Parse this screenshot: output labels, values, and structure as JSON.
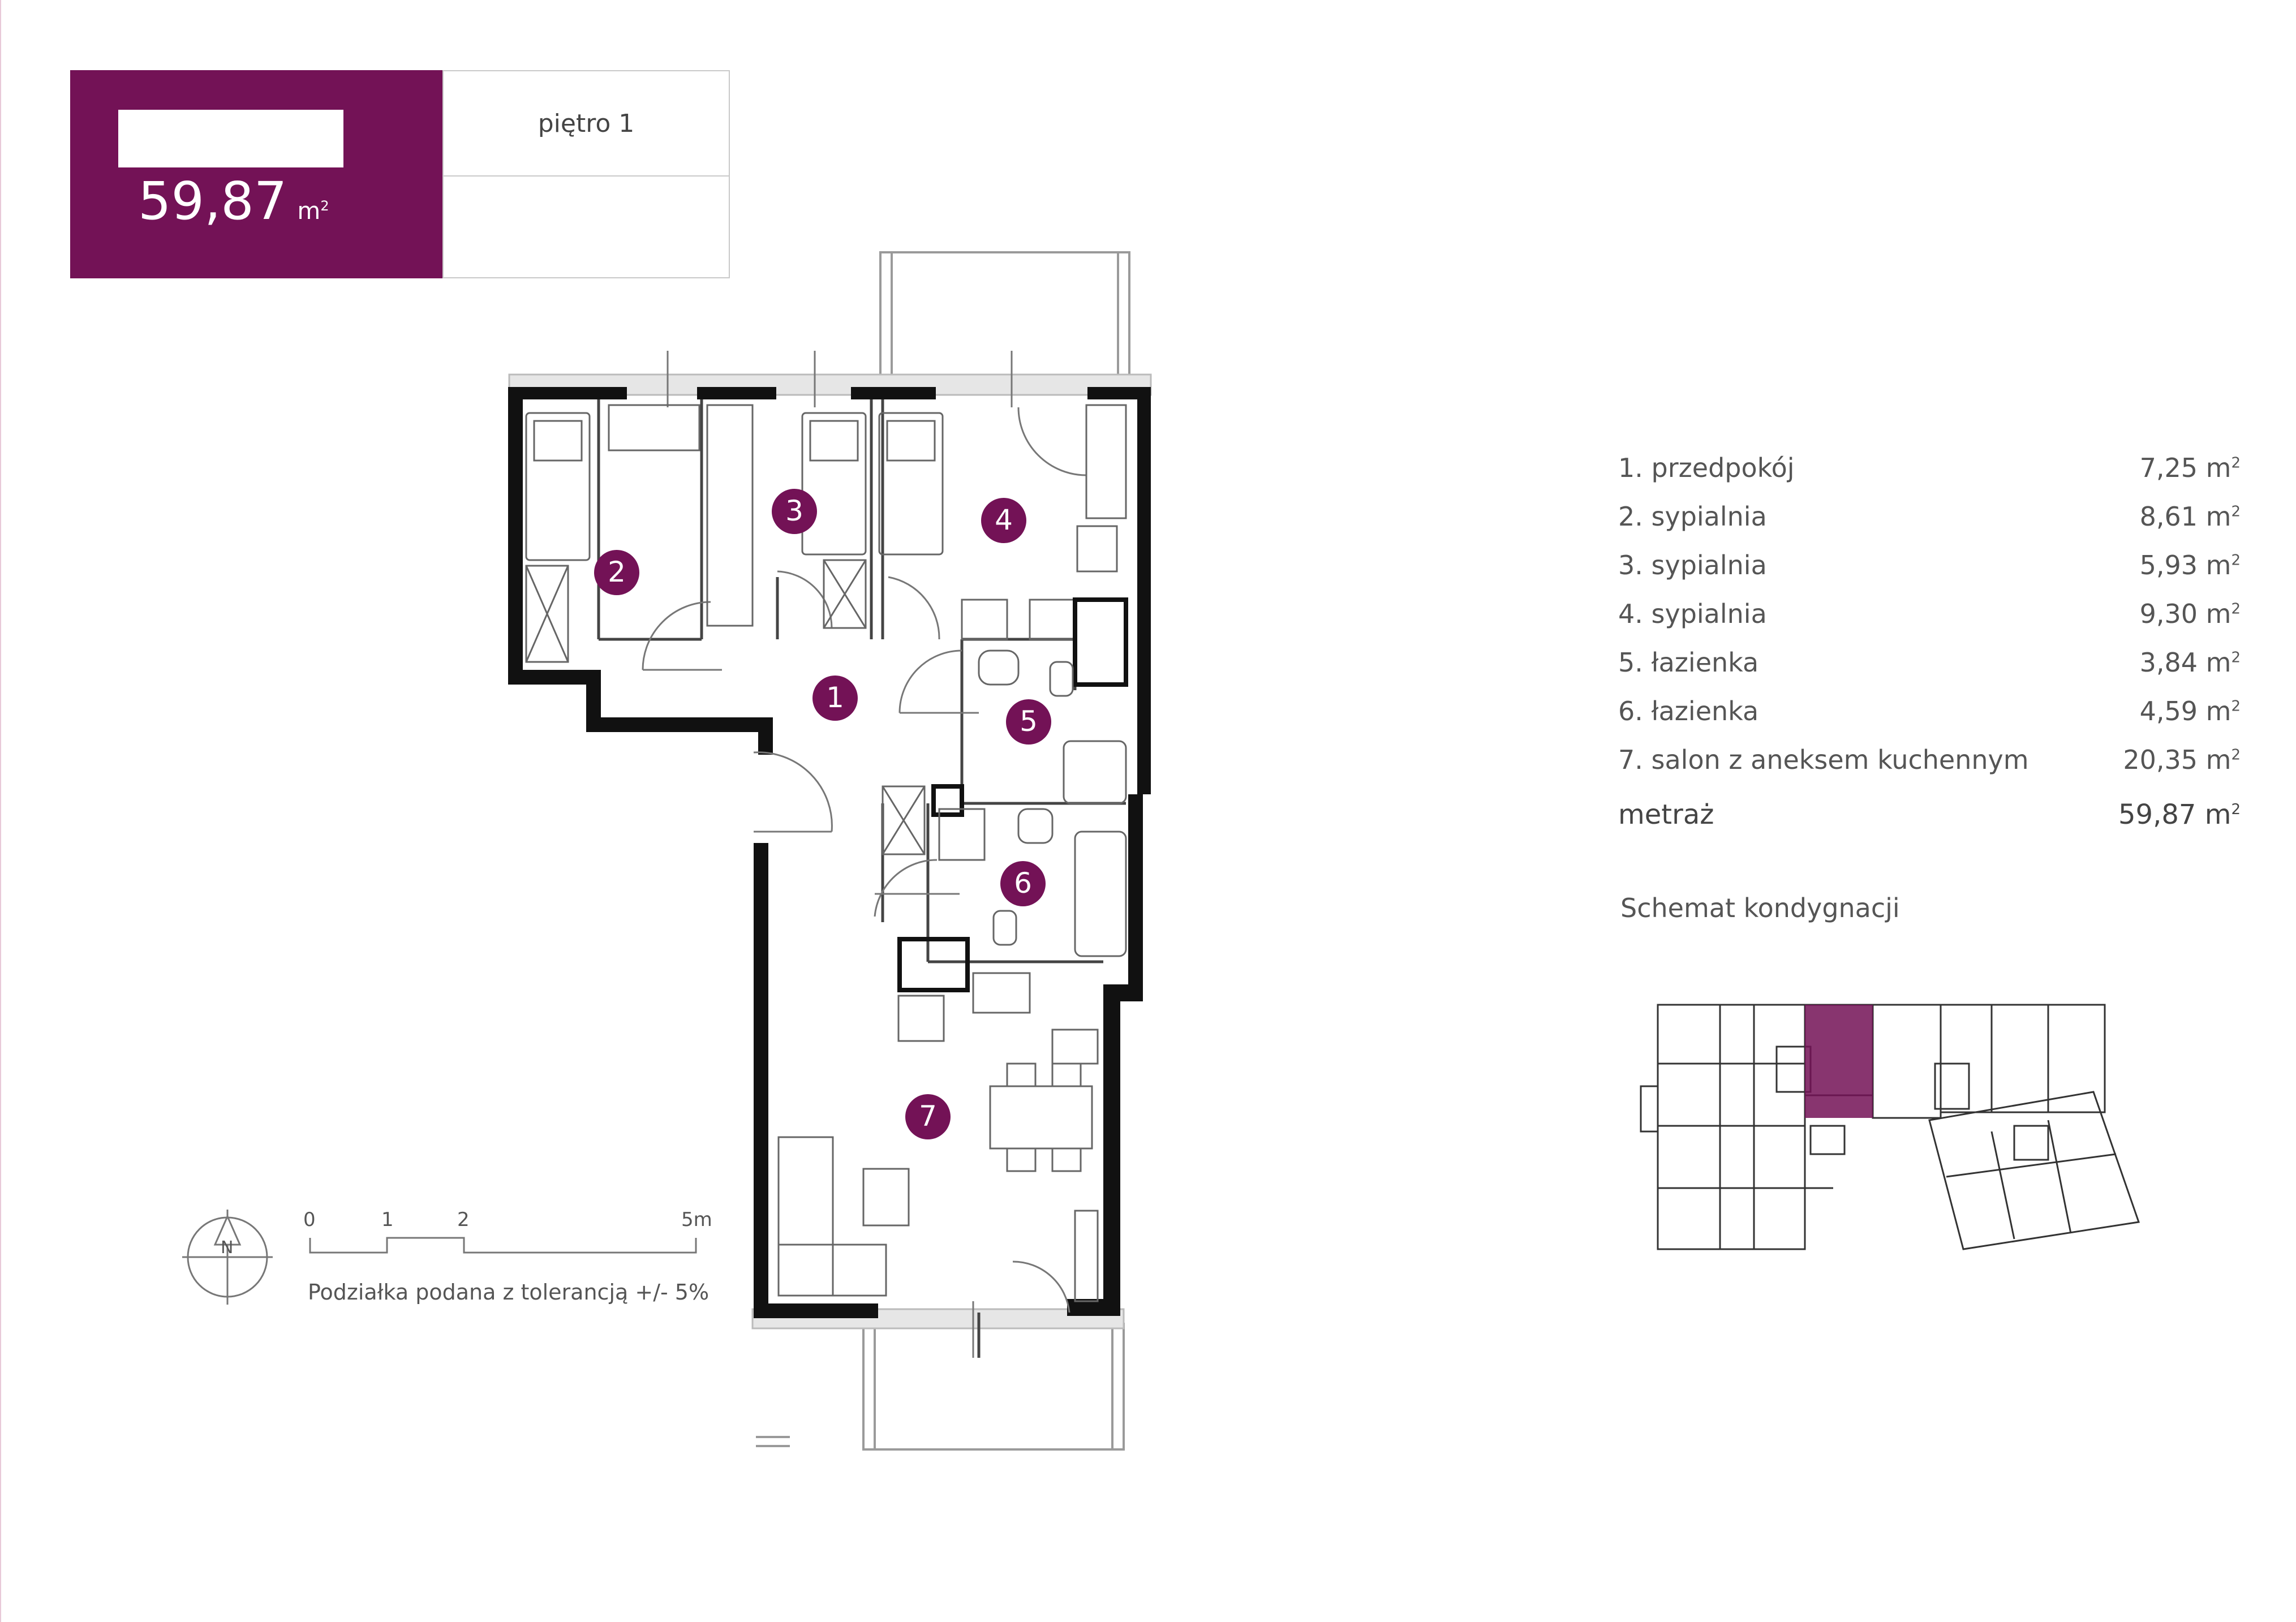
{
  "header": {
    "area_value": "59,87",
    "area_unit": "m",
    "area_exp": "2",
    "floor_label": "piętro 1",
    "brand_color": "#731256"
  },
  "rooms": [
    {
      "marker": "1",
      "label": "1. przedpokój",
      "area": "7,25 m",
      "exp": "2"
    },
    {
      "marker": "2",
      "label": "2. sypialnia",
      "area": "8,61 m",
      "exp": "2"
    },
    {
      "marker": "3",
      "label": "3. sypialnia",
      "area": "5,93 m",
      "exp": "2"
    },
    {
      "marker": "4",
      "label": "4. sypialnia",
      "area": "9,30 m",
      "exp": "2"
    },
    {
      "marker": "5",
      "label": "5. łazienka",
      "area": "3,84 m",
      "exp": "2"
    },
    {
      "marker": "6",
      "label": "6. łazienka",
      "area": "4,59 m",
      "exp": "2"
    },
    {
      "marker": "7",
      "label": "7. salon z aneksem kuchennym",
      "area": "20,35 m",
      "exp": "2"
    }
  ],
  "total": {
    "label": "metraż",
    "area": "59,87 m",
    "exp": "2"
  },
  "schema_title": "Schemat kondygnacji",
  "scale": {
    "ticks": [
      "0",
      "1",
      "2",
      "5m"
    ],
    "note": "Podziałka podana z tolerancją +/- 5%",
    "compass_letter": "N"
  }
}
